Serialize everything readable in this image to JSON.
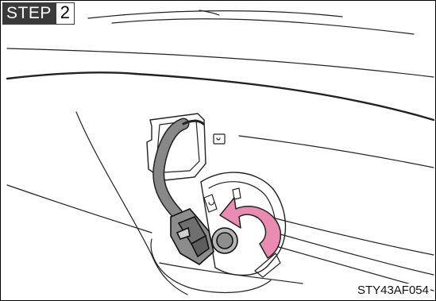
{
  "step": {
    "word": "STEP",
    "number": "2"
  },
  "figure_code": "STY43AF054",
  "colors": {
    "badge_bg": "#3a3a3a",
    "arrow": "#e98bb3",
    "arrow_outline": "#222222",
    "cable": "#7f7f7f"
  },
  "icons": [
    "rotation-arrow-icon",
    "bulb-socket-icon",
    "wiring-connector-icon"
  ]
}
